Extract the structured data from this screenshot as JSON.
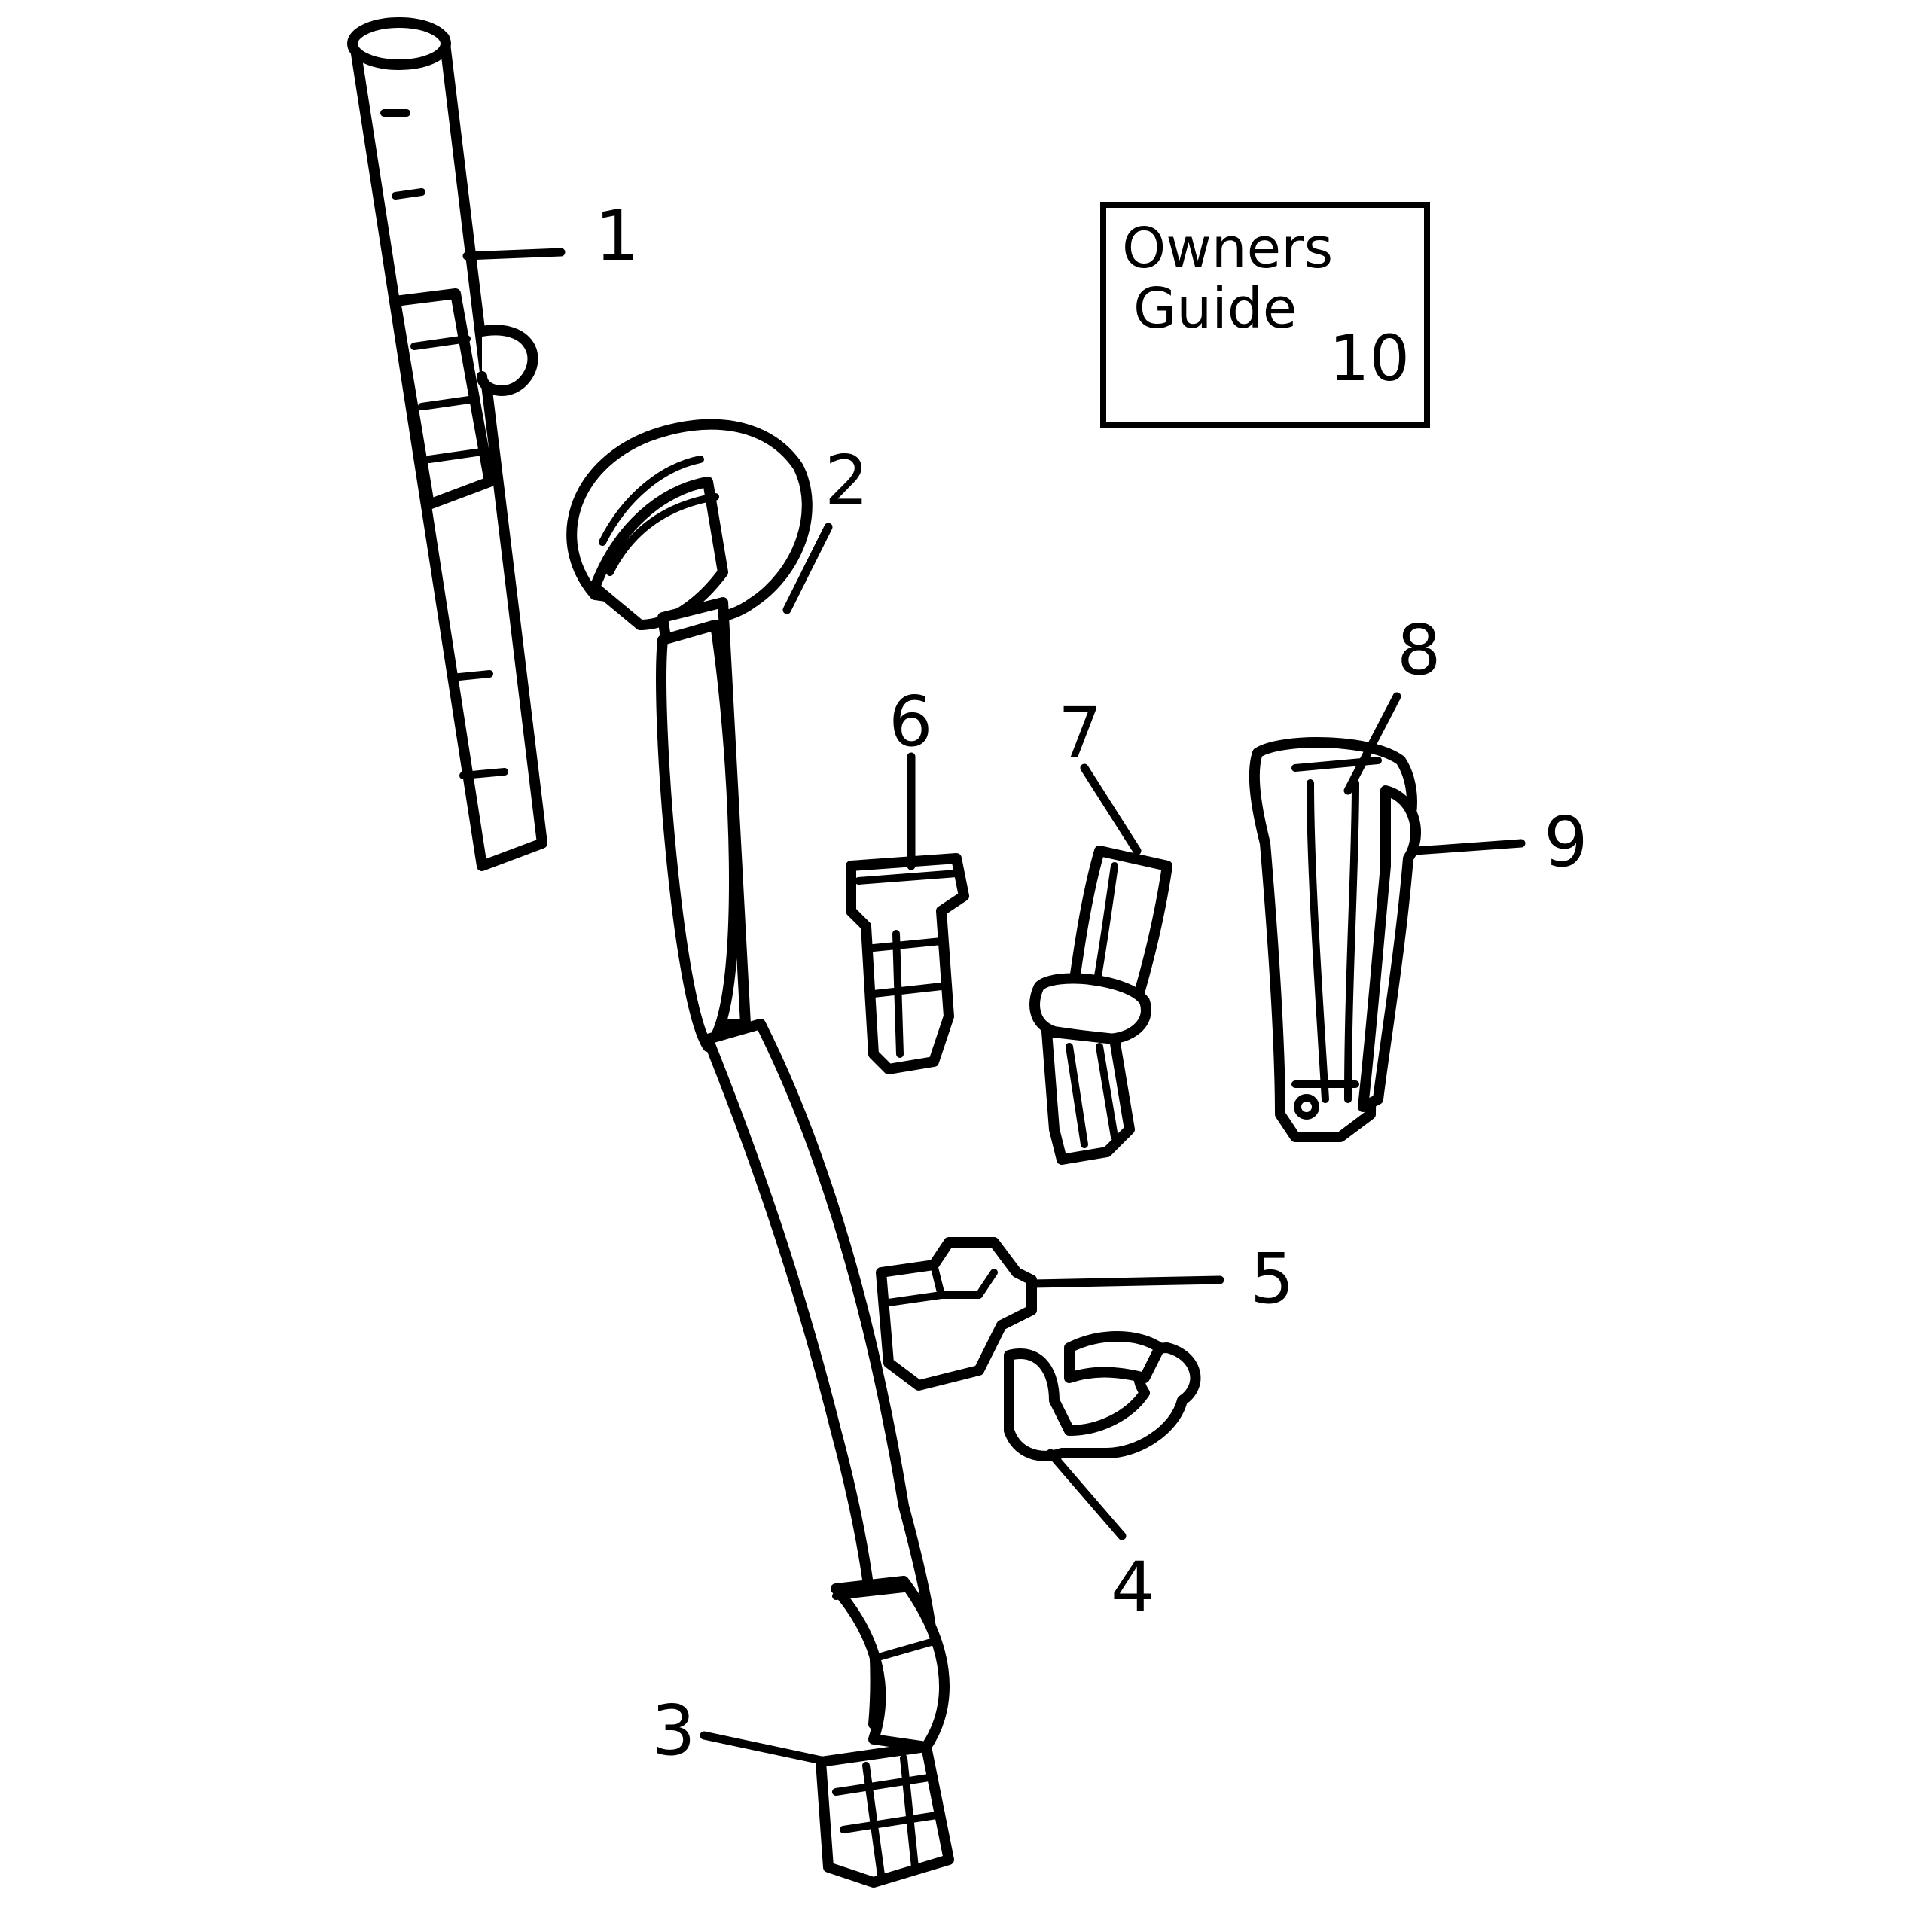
{
  "parts": [
    {
      "number": "1",
      "icon": "wand-tube"
    },
    {
      "number": "2",
      "icon": "hose-handle"
    },
    {
      "number": "3",
      "icon": "hose-cuff"
    },
    {
      "number": "4",
      "icon": "hose-clip"
    },
    {
      "number": "5",
      "icon": "cord-hook"
    },
    {
      "number": "6",
      "icon": "dusting-brush"
    },
    {
      "number": "7",
      "icon": "crevice-tool"
    },
    {
      "number": "8",
      "icon": "upholstery-tool"
    },
    {
      "number": "9",
      "icon": "brush-attachment"
    }
  ],
  "owners_guide": {
    "line1": "Owners",
    "line2": "Guide",
    "number": "10"
  }
}
